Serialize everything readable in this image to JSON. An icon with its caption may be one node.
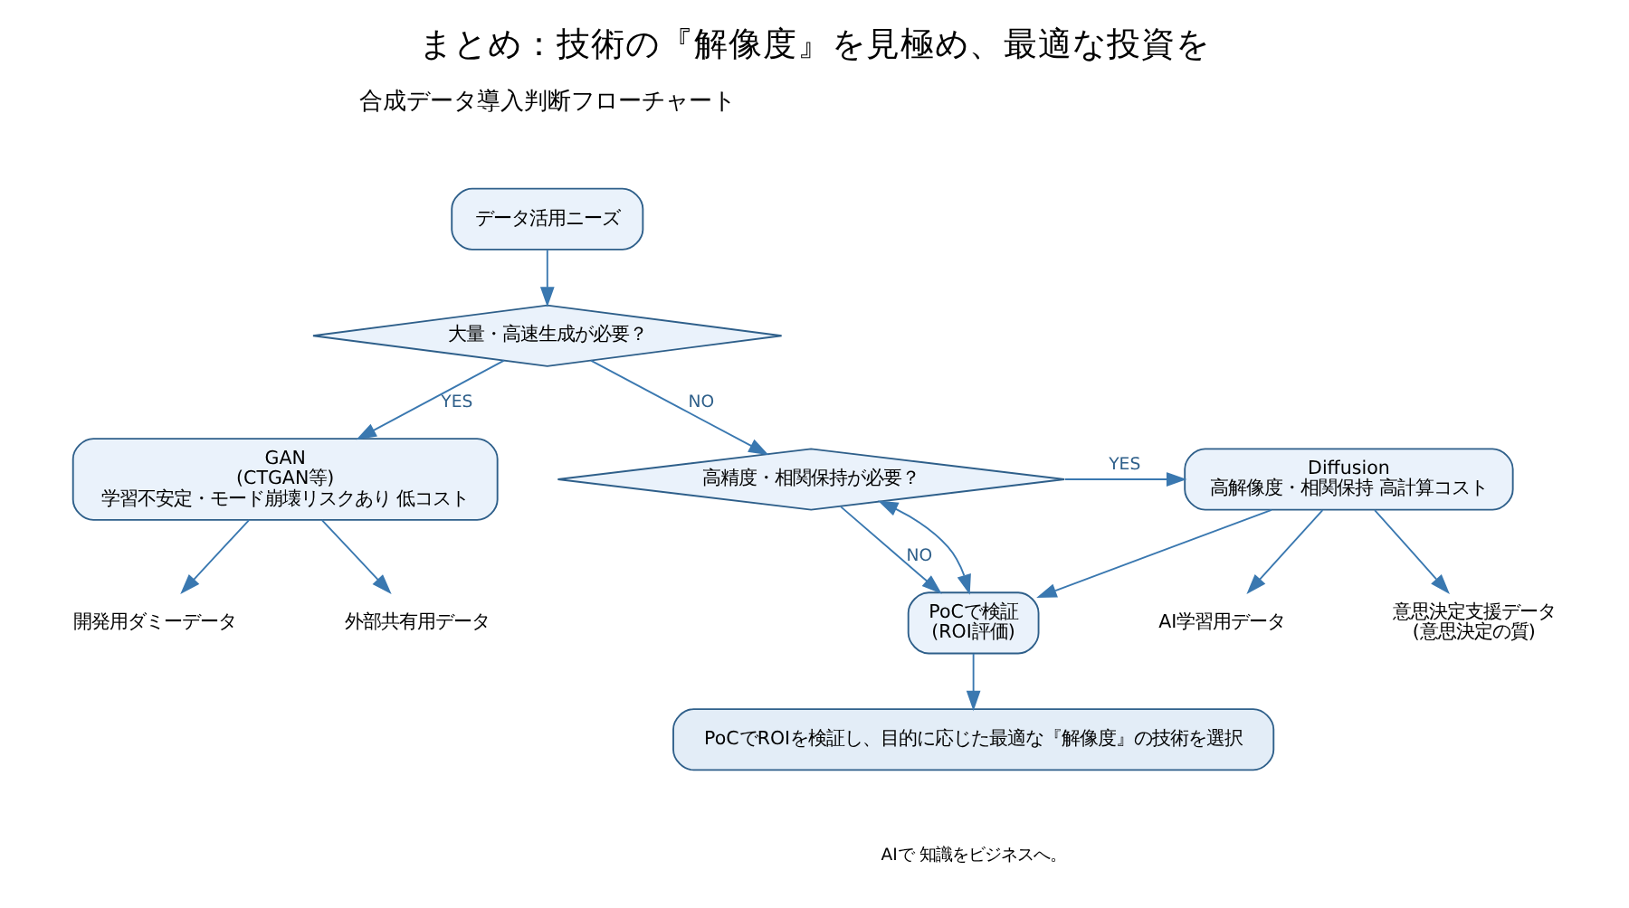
{
  "diagram": {
    "title": "まとめ：技術の『解像度』を見極め、最適な投資を",
    "nodes": [
      {
        "text": [
          "データ活用ニーズ"
        ]
      },
      {
        "text": [
          "大量・高速生成が必要？"
        ]
      },
      {
        "text": [
          "GAN",
          "(CTGAN等)",
          "学習不安定・モード崩壊リスクあり 低コスト"
        ]
      },
      {
        "text": [
          "高精度・相関保持が必要？"
        ]
      },
      {
        "text": [
          "Diffusion",
          "高解像度・相関保持 高計算コスト"
        ]
      },
      {
        "text": [
          "PoCで検証",
          "(ROI評価)"
        ]
      },
      {
        "text": [
          "開発用ダミーデータ"
        ]
      },
      {
        "text": [
          "外部共有用データ"
        ]
      },
      {
        "text": [
          "AI学習用データ"
        ]
      },
      {
        "text": [
          "意思決定支援データ"
        ],
        "beside": [
          "(意思決定の質)"
        ]
      },
      {
        "text": [
          "PoCでROIを検証し、目的に応じた最適な『解像度』の技術を選択"
        ]
      }
    ],
    "edges": [
      {
        "from": 0,
        "to": 1,
        "arrow": "to"
      },
      {
        "from": 1,
        "to": 2,
        "arrow": "to",
        "label": "YES"
      },
      {
        "from": 1,
        "to": 3,
        "arrow": "to",
        "label": "NO"
      },
      {
        "from": 3,
        "to": 4,
        "arrow": "to",
        "label": "YES"
      },
      {
        "from": 3,
        "to": 5,
        "arrow": "to",
        "label": "NO"
      },
      {
        "from": 2,
        "to": 6,
        "arrow": "to"
      },
      {
        "from": 2,
        "to": 7,
        "arrow": "to"
      },
      {
        "from": 4,
        "to": 8,
        "arrow": "to"
      },
      {
        "from": 4,
        "to": 9,
        "arrow": "to"
      },
      {
        "from": 4,
        "to": 5,
        "arrow": "to"
      },
      {
        "from": 5,
        "to": 3,
        "arrow": "both"
      },
      {
        "from": 5,
        "to": 10,
        "arrow": "to"
      }
    ],
    "labels": [
      "合成データ導入判断フローチャート",
      "AIで 知識をビジネスへ。"
    ]
  }
}
